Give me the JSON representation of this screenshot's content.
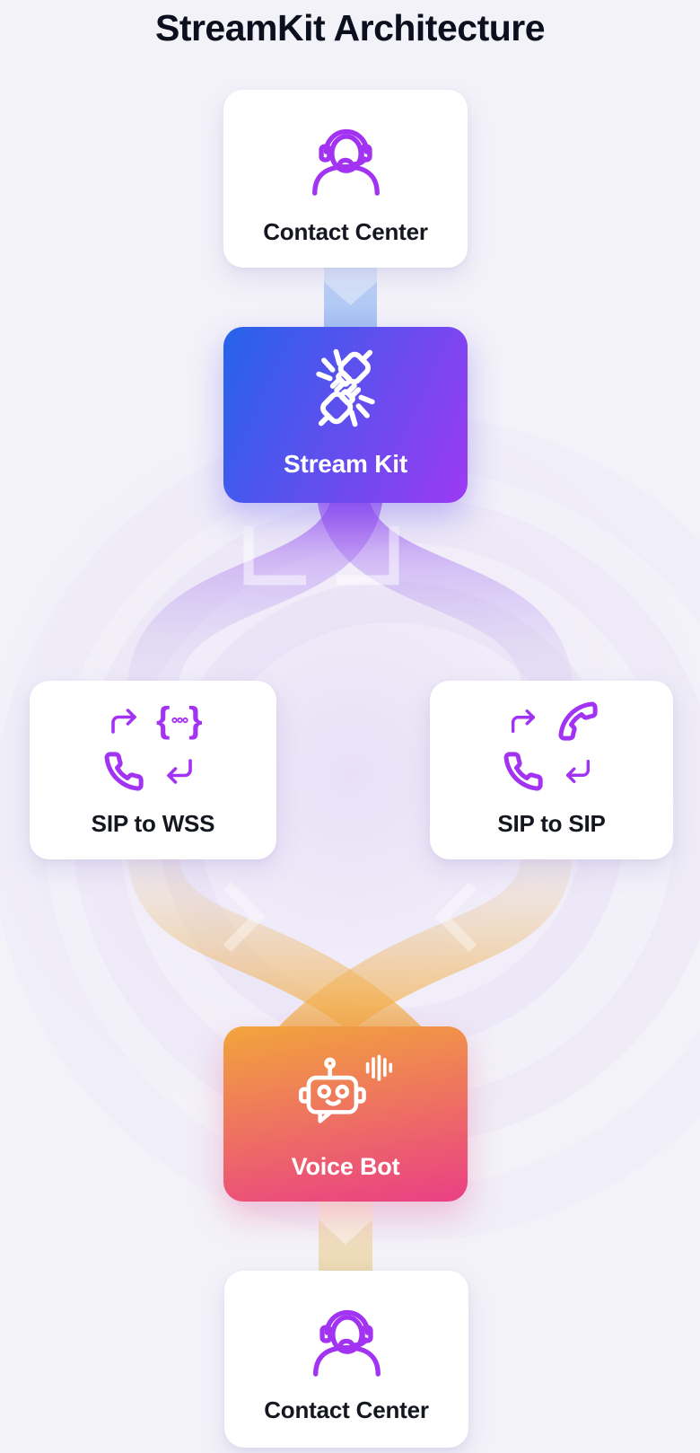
{
  "title": "StreamKit Architecture",
  "nodes": {
    "contact_center_top": {
      "label": "Contact Center",
      "icon": "headset-agent-icon"
    },
    "stream_kit": {
      "label": "Stream Kit",
      "icon": "plug-connection-icon"
    },
    "sip_to_wss": {
      "label": "SIP to WSS",
      "icon": "call-to-json-cycle-icon"
    },
    "sip_to_sip": {
      "label": "SIP to SIP",
      "icon": "call-to-call-cycle-icon"
    },
    "voice_bot": {
      "label": "Voice Bot",
      "icon": "robot-voice-icon"
    },
    "contact_center_bottom": {
      "label": "Contact Center",
      "icon": "headset-agent-icon"
    }
  },
  "colors": {
    "page_bg": "#f3f2f9",
    "card_bg": "#ffffff",
    "title_text": "#0c101e",
    "label_text": "#14171f",
    "icon_purple": "#a233f2",
    "sk_from": "#2563eb",
    "sk_to": "#9c3af2",
    "vb_from": "#f2a53c",
    "vb_to": "#ea3f85",
    "flow_blue": "#a9c4f2",
    "flow_purple": "#943cf2",
    "flow_orange": "#f3a63e",
    "flow_tan": "#ecd9b2"
  }
}
